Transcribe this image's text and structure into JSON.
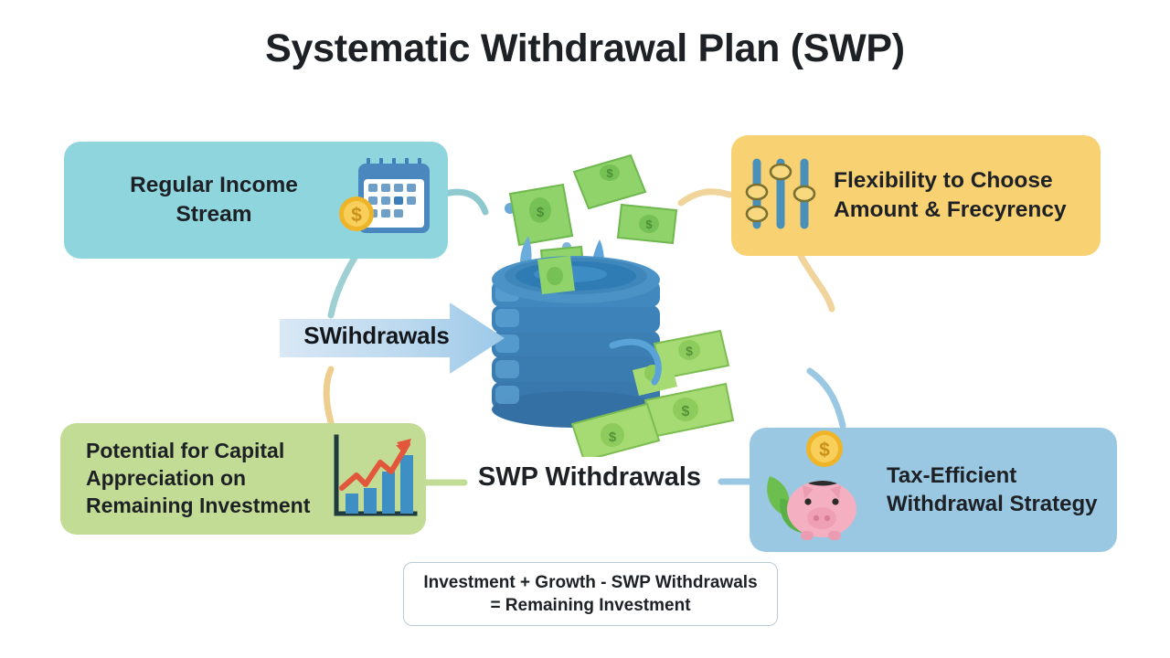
{
  "header": {
    "title": "Systematic Withdrawal Plan (SWP)"
  },
  "cards": [
    {
      "id": "regular-income",
      "label": "Regular Income\nStream",
      "color": "#8ed5dd",
      "icon": "calendar-coin-icon",
      "position": "top-left"
    },
    {
      "id": "flexibility",
      "label": "Flexibility to Choose\nAmount & Frecyrency",
      "color": "#f8d173",
      "icon": "sliders-icon",
      "position": "top-right"
    },
    {
      "id": "capital-appreciation",
      "label": "Potential for Capital\nAppreciation on\nRemaining Investment",
      "color": "#c3dc95",
      "icon": "growth-chart-icon",
      "position": "bottom-left"
    },
    {
      "id": "tax-efficient",
      "label": "Tax-Efficient\nWithdrawal Strategy",
      "color": "#9ac8e3",
      "icon": "piggy-bank-icon",
      "position": "bottom-right"
    }
  ],
  "center": {
    "caption": "SWP Withdrawals",
    "illustration": "coin-stack-with-cash-icon"
  },
  "arrow": {
    "label": "SWihdrawals",
    "color": "#a8cfe8"
  },
  "formula": {
    "text": "Investment + Growth - SWP Withdrawals\n= Remaining Investment"
  },
  "palette": {
    "teal": "#8ed5dd",
    "yellow": "#f8d173",
    "green": "#c3dc95",
    "blue": "#9ac8e3",
    "coin_blue": "#3d7fb8",
    "bill_green": "#8ccf5f",
    "gold": "#f4c430",
    "pink": "#f2afc0",
    "text_dark": "#1d2024"
  }
}
